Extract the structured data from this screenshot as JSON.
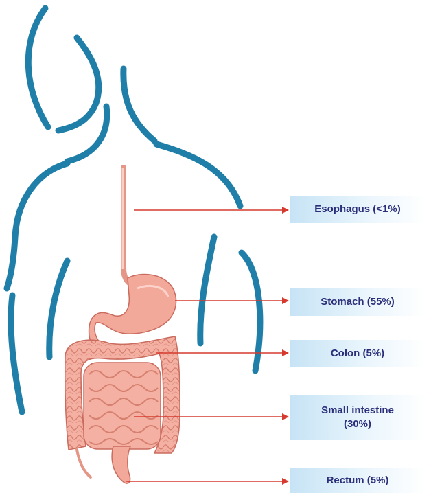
{
  "labels": {
    "esophagus": "Esophagus (<1%)",
    "stomach": "Stomach (55%)",
    "colon": "Colon (5%)",
    "small_intestine_line1": "Small intestine",
    "small_intestine_line2": "(30%)",
    "rectum": "Rectum (5%)"
  },
  "colors": {
    "body_outline": "#1f7fa8",
    "arrow": "#d63a2e",
    "organ_fill": "#f3a99a",
    "organ_stroke": "#c96b5e",
    "label_text": "#2b2f7a",
    "label_bg": "#c6e3f5"
  }
}
